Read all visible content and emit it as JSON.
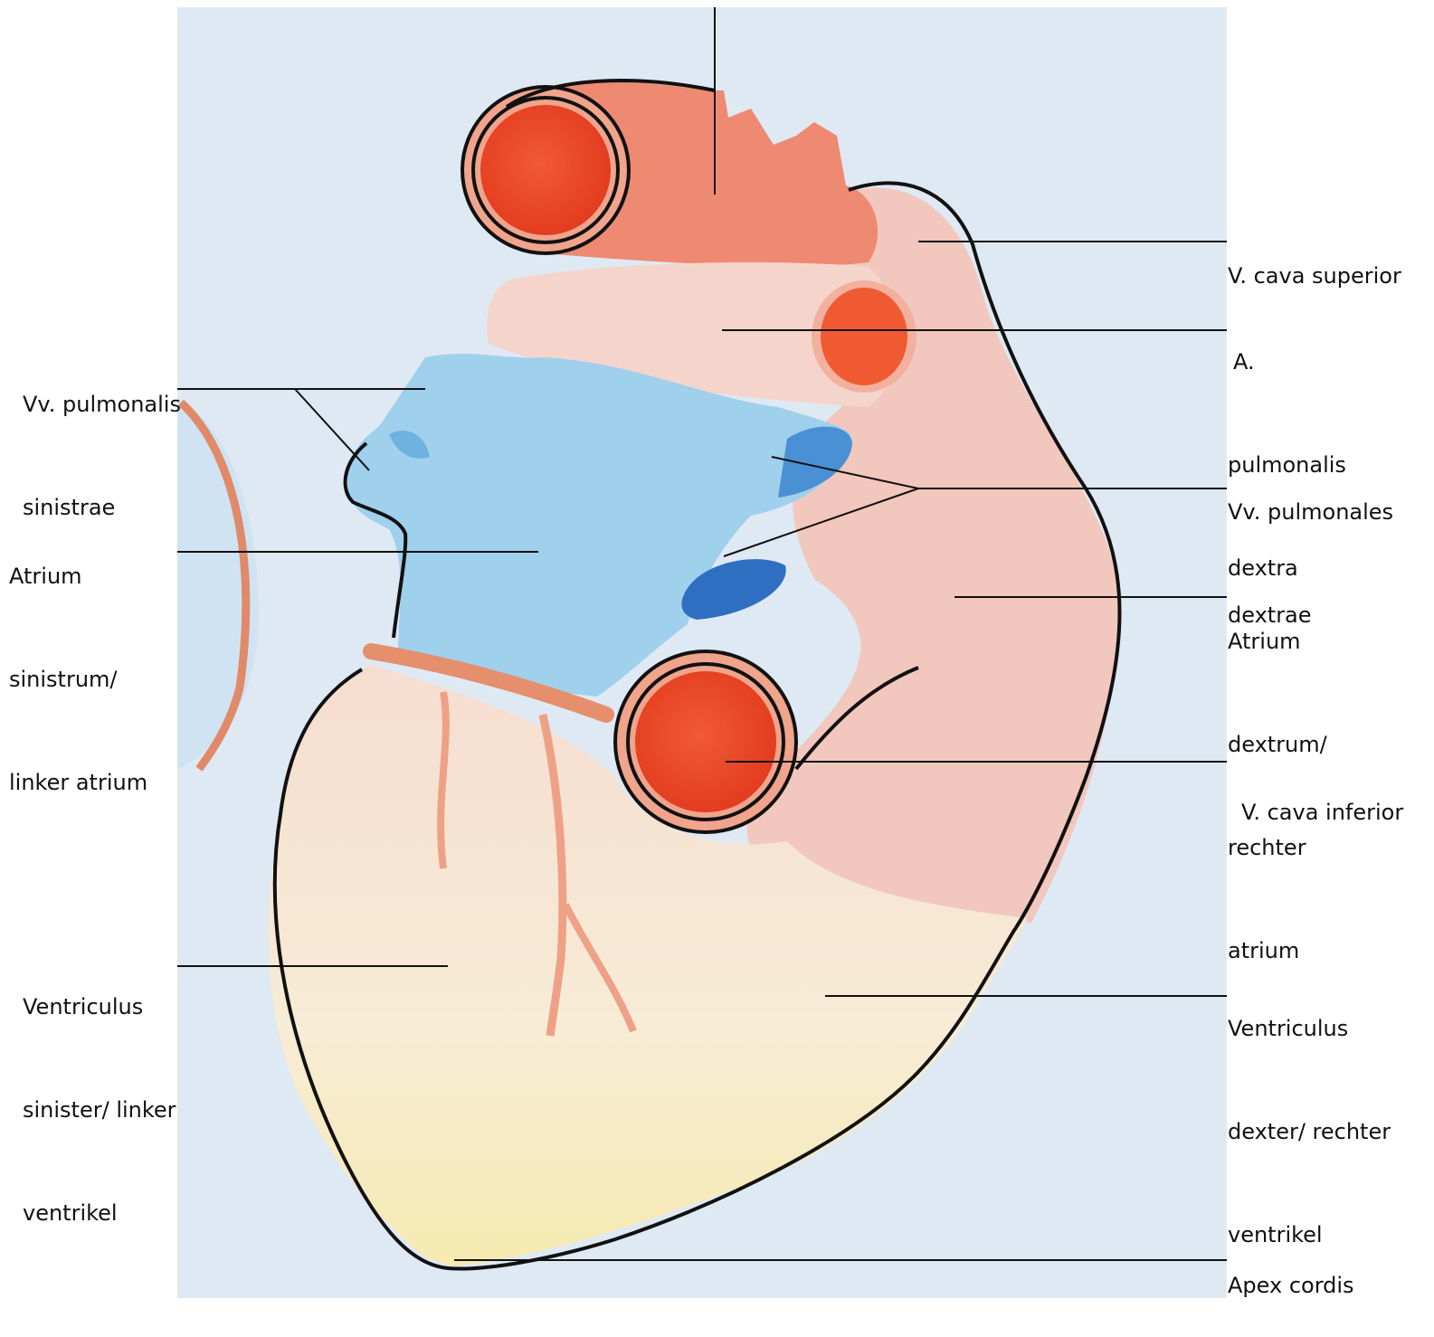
{
  "labels": {
    "vcs": [
      "V. cava superior"
    ],
    "apd": [
      "A.",
      "pulmonalis",
      "dextra"
    ],
    "vvps": [
      "Vv. pulmonalis",
      "sinistrae"
    ],
    "vvpd": [
      "Vv. pulmonales",
      "dextrae"
    ],
    "as": [
      "Atrium",
      "sinistrum/",
      "linker atrium"
    ],
    "ad": [
      "Atrium",
      "dextrum/",
      "rechter",
      "atrium"
    ],
    "vci": [
      "V. cava inferior"
    ],
    "vs": [
      "Ventriculus",
      "sinister/ linker",
      "ventrikel"
    ],
    "vd": [
      "Ventriculus",
      "dexter/ rechter",
      "ventrikel"
    ],
    "apex": [
      "Apex cordis"
    ]
  },
  "colors": {
    "background": "#dfe9f4",
    "oxygenated": "#ee4a2c",
    "deoxygenated": "#9fd0ec",
    "deep_blue": "#2f6fc1",
    "atrium_pink": "#f3c9bf",
    "ventricle_cream": "#f8efd4",
    "outline": "#111111"
  }
}
